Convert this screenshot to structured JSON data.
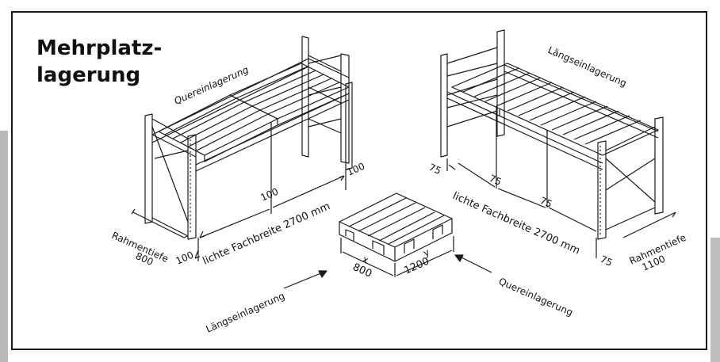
{
  "title": {
    "line1": "Mehrplatz-",
    "line2": "lagerung"
  },
  "left_rack": {
    "top_label": "Quereinlagerung",
    "clear_width": "lichte Fachbreite 2700 mm",
    "gap_100_mid": "100",
    "gap_100_right": "100",
    "gap_100_left": "100",
    "depth_label": "Rahmentiefe",
    "depth_value": "800"
  },
  "right_rack": {
    "top_label": "Längseinlagerung",
    "clear_width": "lichte Fachbreite 2700 mm",
    "gap_75_a": "75",
    "gap_75_b": "75",
    "gap_75_c": "75",
    "gap_75_d": "75",
    "depth_label": "Rahmentiefe",
    "depth_value": "1100"
  },
  "pallet": {
    "x_label": "x",
    "x_value": "800",
    "y_label": "y",
    "y_value": "1200"
  },
  "arrows": {
    "left": "Längseinlagerung",
    "right": "Quereinlagerung"
  },
  "colors": {
    "line": "#1a1a1a",
    "frame": "#1a1a1a",
    "strip": "#b9b9b9"
  }
}
